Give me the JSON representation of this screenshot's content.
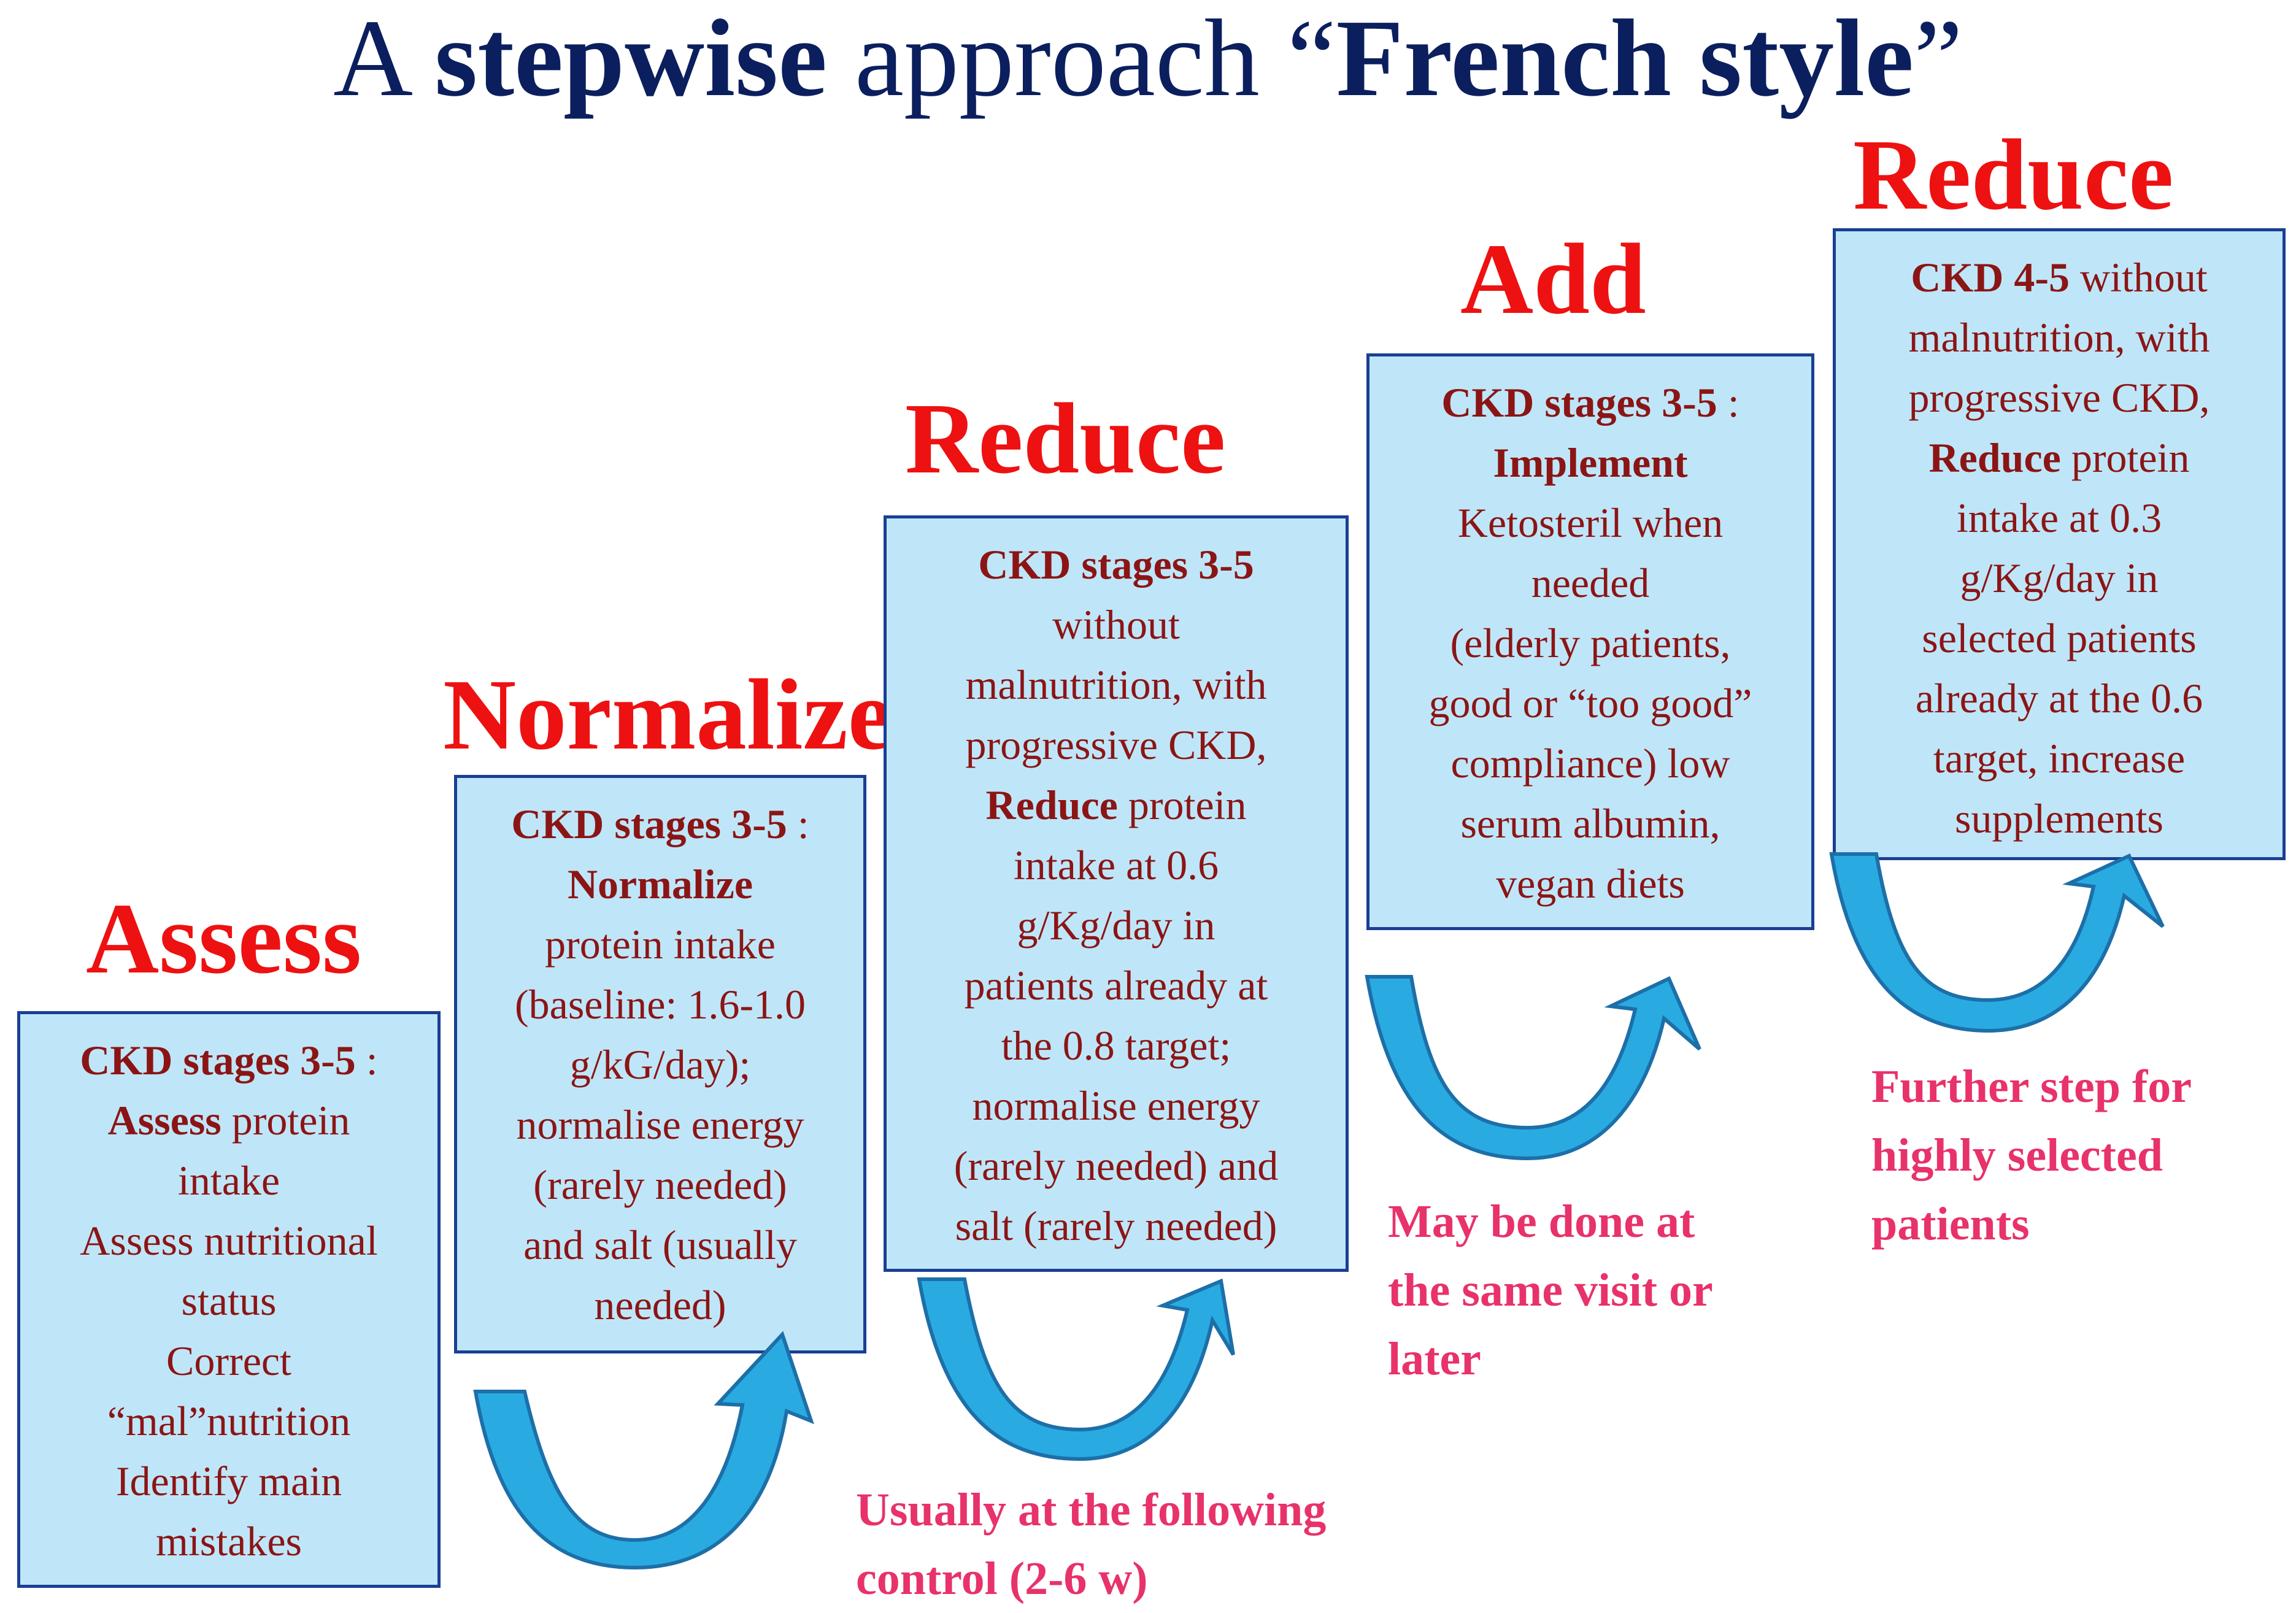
{
  "title": {
    "part1": "A ",
    "part2": "stepwise",
    "part3": " approach “",
    "part4": "French style",
    "part5": "”"
  },
  "colors": {
    "title": "#0b1f5e",
    "step_label": "#ee1111",
    "box_fill": "#bfe6f8",
    "box_border": "#1a3f94",
    "box_text": "#8b1515",
    "note": "#e8326a",
    "arrow_fill": "#29abe2",
    "arrow_stroke": "#1d6fa8"
  },
  "steps": [
    {
      "label": "Assess",
      "lines": [
        {
          "bold": "CKD stages 3-5",
          "text": " :"
        },
        {
          "bold": "Assess",
          "text": " protein"
        },
        {
          "bold": "",
          "text": "intake"
        },
        {
          "bold": "",
          "text": "Assess nutritional"
        },
        {
          "bold": "",
          "text": "status"
        },
        {
          "bold": "",
          "text": "Correct"
        },
        {
          "bold": "",
          "text": "“mal”nutrition"
        },
        {
          "bold": "",
          "text": "Identify main"
        },
        {
          "bold": "",
          "text": "mistakes"
        }
      ]
    },
    {
      "label": "Normalize",
      "lines": [
        {
          "bold": "CKD stages 3-5",
          "text": " :"
        },
        {
          "bold": "Normalize",
          "text": ""
        },
        {
          "bold": "",
          "text": "protein intake"
        },
        {
          "bold": "",
          "text": "(baseline: 1.6-1.0"
        },
        {
          "bold": "",
          "text": "g/kG/day);"
        },
        {
          "bold": "",
          "text": "normalise energy"
        },
        {
          "bold": "",
          "text": "(rarely needed)"
        },
        {
          "bold": "",
          "text": "and salt (usually"
        },
        {
          "bold": "",
          "text": "needed)"
        }
      ]
    },
    {
      "label": "Reduce",
      "lines": [
        {
          "bold": "CKD stages 3-5",
          "text": ""
        },
        {
          "bold": "",
          "text": "without"
        },
        {
          "bold": "",
          "text": "malnutrition, with"
        },
        {
          "bold": "",
          "text": "progressive CKD,"
        },
        {
          "bold": "Reduce",
          "text": " protein"
        },
        {
          "bold": "",
          "text": "intake at 0.6"
        },
        {
          "bold": "",
          "text": "g/Kg/day  in"
        },
        {
          "bold": "",
          "text": "patients already at"
        },
        {
          "bold": "",
          "text": "the 0.8 target;"
        },
        {
          "bold": "",
          "text": "normalise energy"
        },
        {
          "bold": "",
          "text": "(rarely needed) and"
        },
        {
          "bold": "",
          "text": "salt (rarely needed)"
        }
      ]
    },
    {
      "label": "Add",
      "lines": [
        {
          "bold": "CKD stages 3-5",
          "text": " :"
        },
        {
          "bold": "Implement",
          "text": ""
        },
        {
          "bold": "",
          "text": "Ketosteril when"
        },
        {
          "bold": "",
          "text": "needed"
        },
        {
          "bold": "",
          "text": "(elderly patients,"
        },
        {
          "bold": "",
          "text": "good or “too good”"
        },
        {
          "bold": "",
          "text": "compliance) low"
        },
        {
          "bold": "",
          "text": "serum albumin,"
        },
        {
          "bold": "",
          "text": "vegan diets"
        }
      ]
    },
    {
      "label": "Reduce",
      "lines": [
        {
          "bold": "CKD 4-5",
          "text": " without"
        },
        {
          "bold": "",
          "text": "malnutrition, with"
        },
        {
          "bold": "",
          "text": "progressive CKD,"
        },
        {
          "bold": "Reduce",
          "text": " protein"
        },
        {
          "bold": "",
          "text": "intake at 0.3"
        },
        {
          "bold": "",
          "text": "g/Kg/day  in"
        },
        {
          "bold": "",
          "text": "selected patients"
        },
        {
          "bold": "",
          "text": "already at the 0.6"
        },
        {
          "bold": "",
          "text": "target, increase"
        },
        {
          "bold": "",
          "text": "supplements"
        }
      ]
    }
  ],
  "notes": [
    {
      "lines": [
        "Usually at the following",
        "control (2-6 w)"
      ]
    },
    {
      "lines": [
        "May be done at",
        "the same visit or",
        "later"
      ]
    },
    {
      "lines": [
        "Further step for",
        "highly selected",
        "patients"
      ]
    }
  ],
  "arrows": [
    {
      "icon": "curved-up-arrow-icon"
    },
    {
      "icon": "curved-up-arrow-icon"
    },
    {
      "icon": "curved-up-arrow-icon"
    },
    {
      "icon": "curved-up-arrow-icon"
    }
  ]
}
